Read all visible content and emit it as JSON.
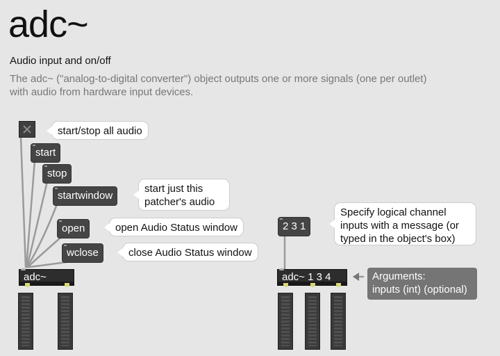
{
  "header": {
    "title": "adc~",
    "subtitle": "Audio input and on/off",
    "description": "The adc~ (\"analog-to-digital converter\") object outputs one or more signals (one per outlet) with audio from hardware input devices."
  },
  "left_patch": {
    "toggle_comment": "start/stop all audio",
    "messages": {
      "start": "start",
      "stop": "stop",
      "startwindow": "startwindow",
      "open": "open",
      "wclose": "wclose"
    },
    "comments": {
      "startwindow_line1": "start just this",
      "startwindow_line2": "patcher's audio",
      "open": "open Audio Status window",
      "wclose": "close Audio Status window"
    },
    "object": "adc~"
  },
  "right_patch": {
    "message": "2 3 1",
    "comment_lines": [
      "Specify logical channel",
      "inputs with a message (or",
      "typed in the object's box)"
    ],
    "object": "adc~ 1 3 4",
    "arguments_label": "Arguments:",
    "arguments_value": "inputs (int) (optional)"
  },
  "colors": {
    "background": "#e6e6e6",
    "object": "#2d2d2d",
    "message": "#454545",
    "comment": "#ffffff",
    "arguments_box": "#757575",
    "outlet": "#d9d97a"
  }
}
